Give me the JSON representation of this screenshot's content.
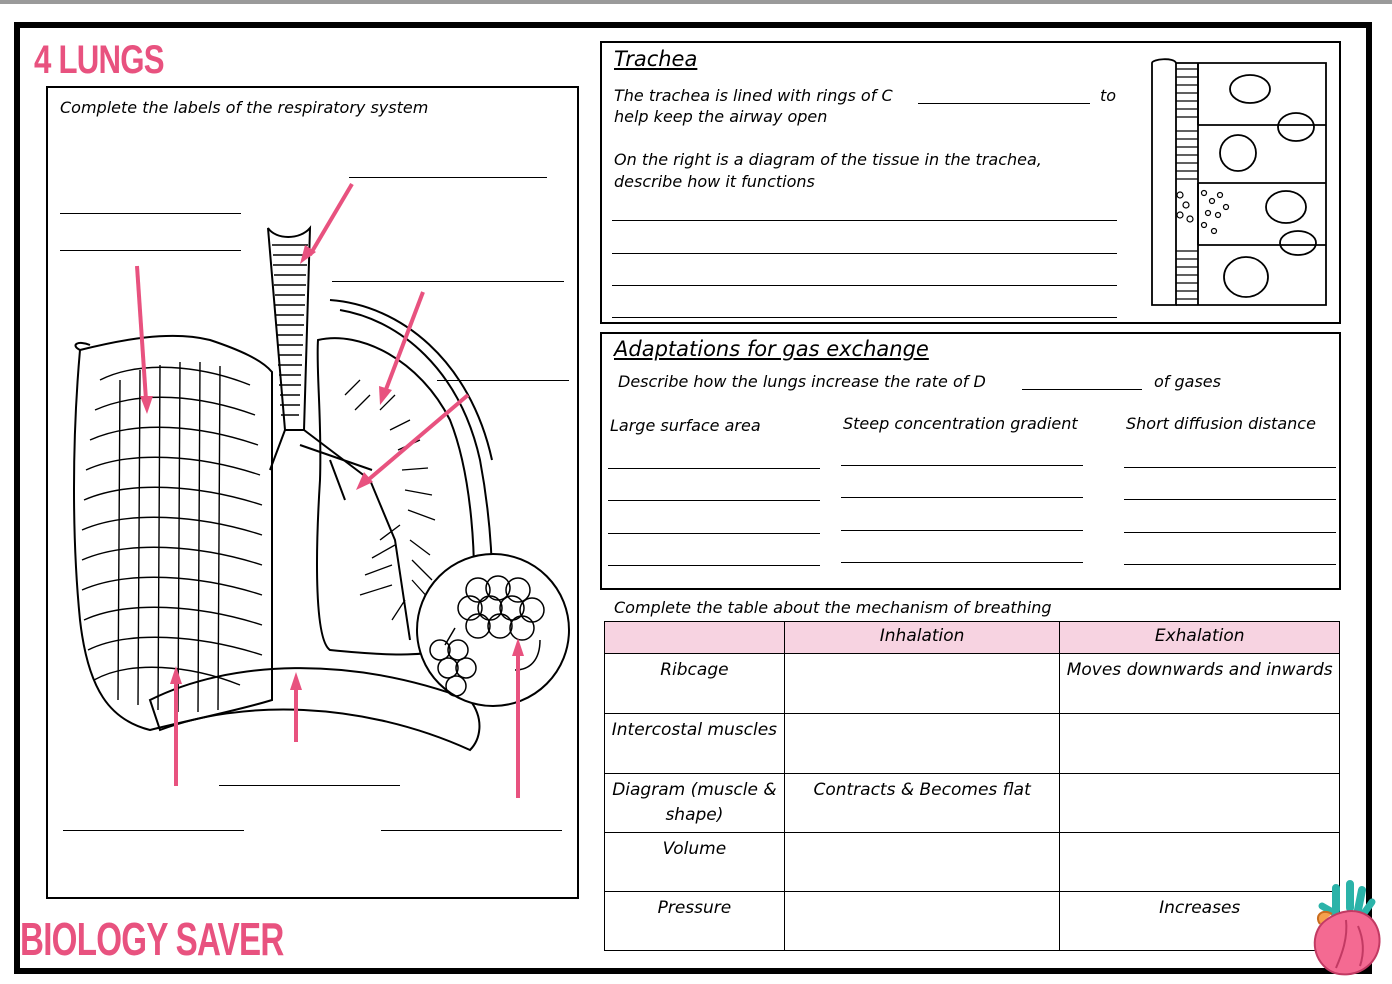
{
  "page_title": "4 LUNGS",
  "brand": "BIOLOGY SAVER",
  "lungs_panel": {
    "instruction": "Complete the labels of the respiratory system"
  },
  "trachea": {
    "heading": "Trachea",
    "line1_a": "The trachea is lined with rings of C",
    "line1_b": "to",
    "line2": "help keep the airway open",
    "line3": "On the right is a diagram of the tissue in the trachea,",
    "line4": "describe how it functions"
  },
  "adaptations": {
    "heading": "Adaptations for gas exchange",
    "prompt_a": "Describe how the lungs increase the rate of D",
    "prompt_b": "of gases",
    "columns": [
      "Large surface area",
      "Steep concentration gradient",
      "Short diffusion distance"
    ]
  },
  "breathing": {
    "instruction": "Complete the table about the mechanism of breathing",
    "headers": [
      "",
      "Inhalation",
      "Exhalation"
    ],
    "rows": [
      [
        "Ribcage",
        "",
        "Moves downwards and inwards"
      ],
      [
        "Intercostal muscles",
        "",
        ""
      ],
      [
        "Diagram (muscle & shape)",
        "Contracts & Becomes flat",
        ""
      ],
      [
        "Volume",
        "",
        ""
      ],
      [
        "Pressure",
        "",
        "Increases"
      ]
    ]
  },
  "colors": {
    "accent": "#e8527f",
    "table_header": "#f7d3e1",
    "border": "#000000"
  }
}
